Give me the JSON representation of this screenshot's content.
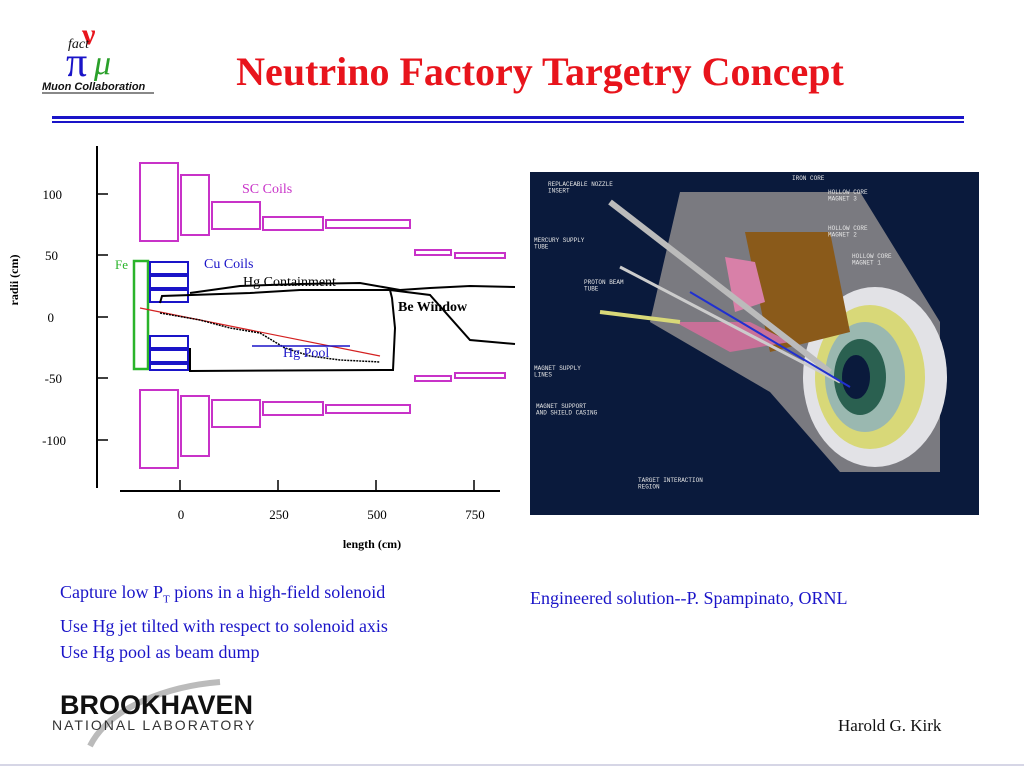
{
  "header": {
    "title": "Neutrino Factory Targetry Concept",
    "logo_text_fact": "fact",
    "logo_text_collab": "Muon Collaboration",
    "rule_color": "#1a14c8"
  },
  "plot": {
    "ylabel": "radii   (cm)",
    "xlabel": "length   (cm)",
    "y_ticks": [
      "100",
      "50",
      "0",
      "-50",
      "-100"
    ],
    "x_ticks": [
      "0",
      "250",
      "500",
      "750"
    ],
    "labels": {
      "sc_coils": "SC Coils",
      "fe": "Fe",
      "cu_coils": "Cu Coils",
      "hg_containment": "Hg Containment",
      "be_window": "Be Window",
      "hg_pool": "Hg Pool"
    },
    "colors": {
      "sc_coils": "#c832c8",
      "cu_coils": "#1a14c8",
      "fe": "#2ab42a",
      "jet": "#d42020"
    }
  },
  "render": {
    "labels": {
      "nozzle": "REPLACEABLE NOZZLE\nINSERT",
      "mercury": "MERCURY SUPPLY\nTUBE",
      "proton": "PROTON BEAM\nTUBE",
      "magnet_supply": "MAGNET SUPPLY\nLINES",
      "magnet_support": "MAGNET SUPPORT\nAND SHIELD CASING",
      "iron_core": "IRON CORE",
      "hc3": "HOLLOW CORE\nMAGNET 3",
      "hc2": "HOLLOW CORE\nMAGNET 2",
      "hc1": "HOLLOW CORE\nMAGNET 1",
      "target": "TARGET INTERACTION\nREGION"
    }
  },
  "captions": {
    "line1_pre": "Capture low P",
    "line1_sub": "T",
    "line1_post": " pions in a high-field solenoid",
    "line2": "Use Hg jet tilted with respect to solenoid axis",
    "line3": "Use Hg pool as beam dump",
    "right": "Engineered solution--P. Spampinato, ORNL"
  },
  "footer": {
    "bnl_name": "BROOKHAVEN",
    "bnl_sub": "NATIONAL LABORATORY",
    "author": "Harold G. Kirk"
  }
}
